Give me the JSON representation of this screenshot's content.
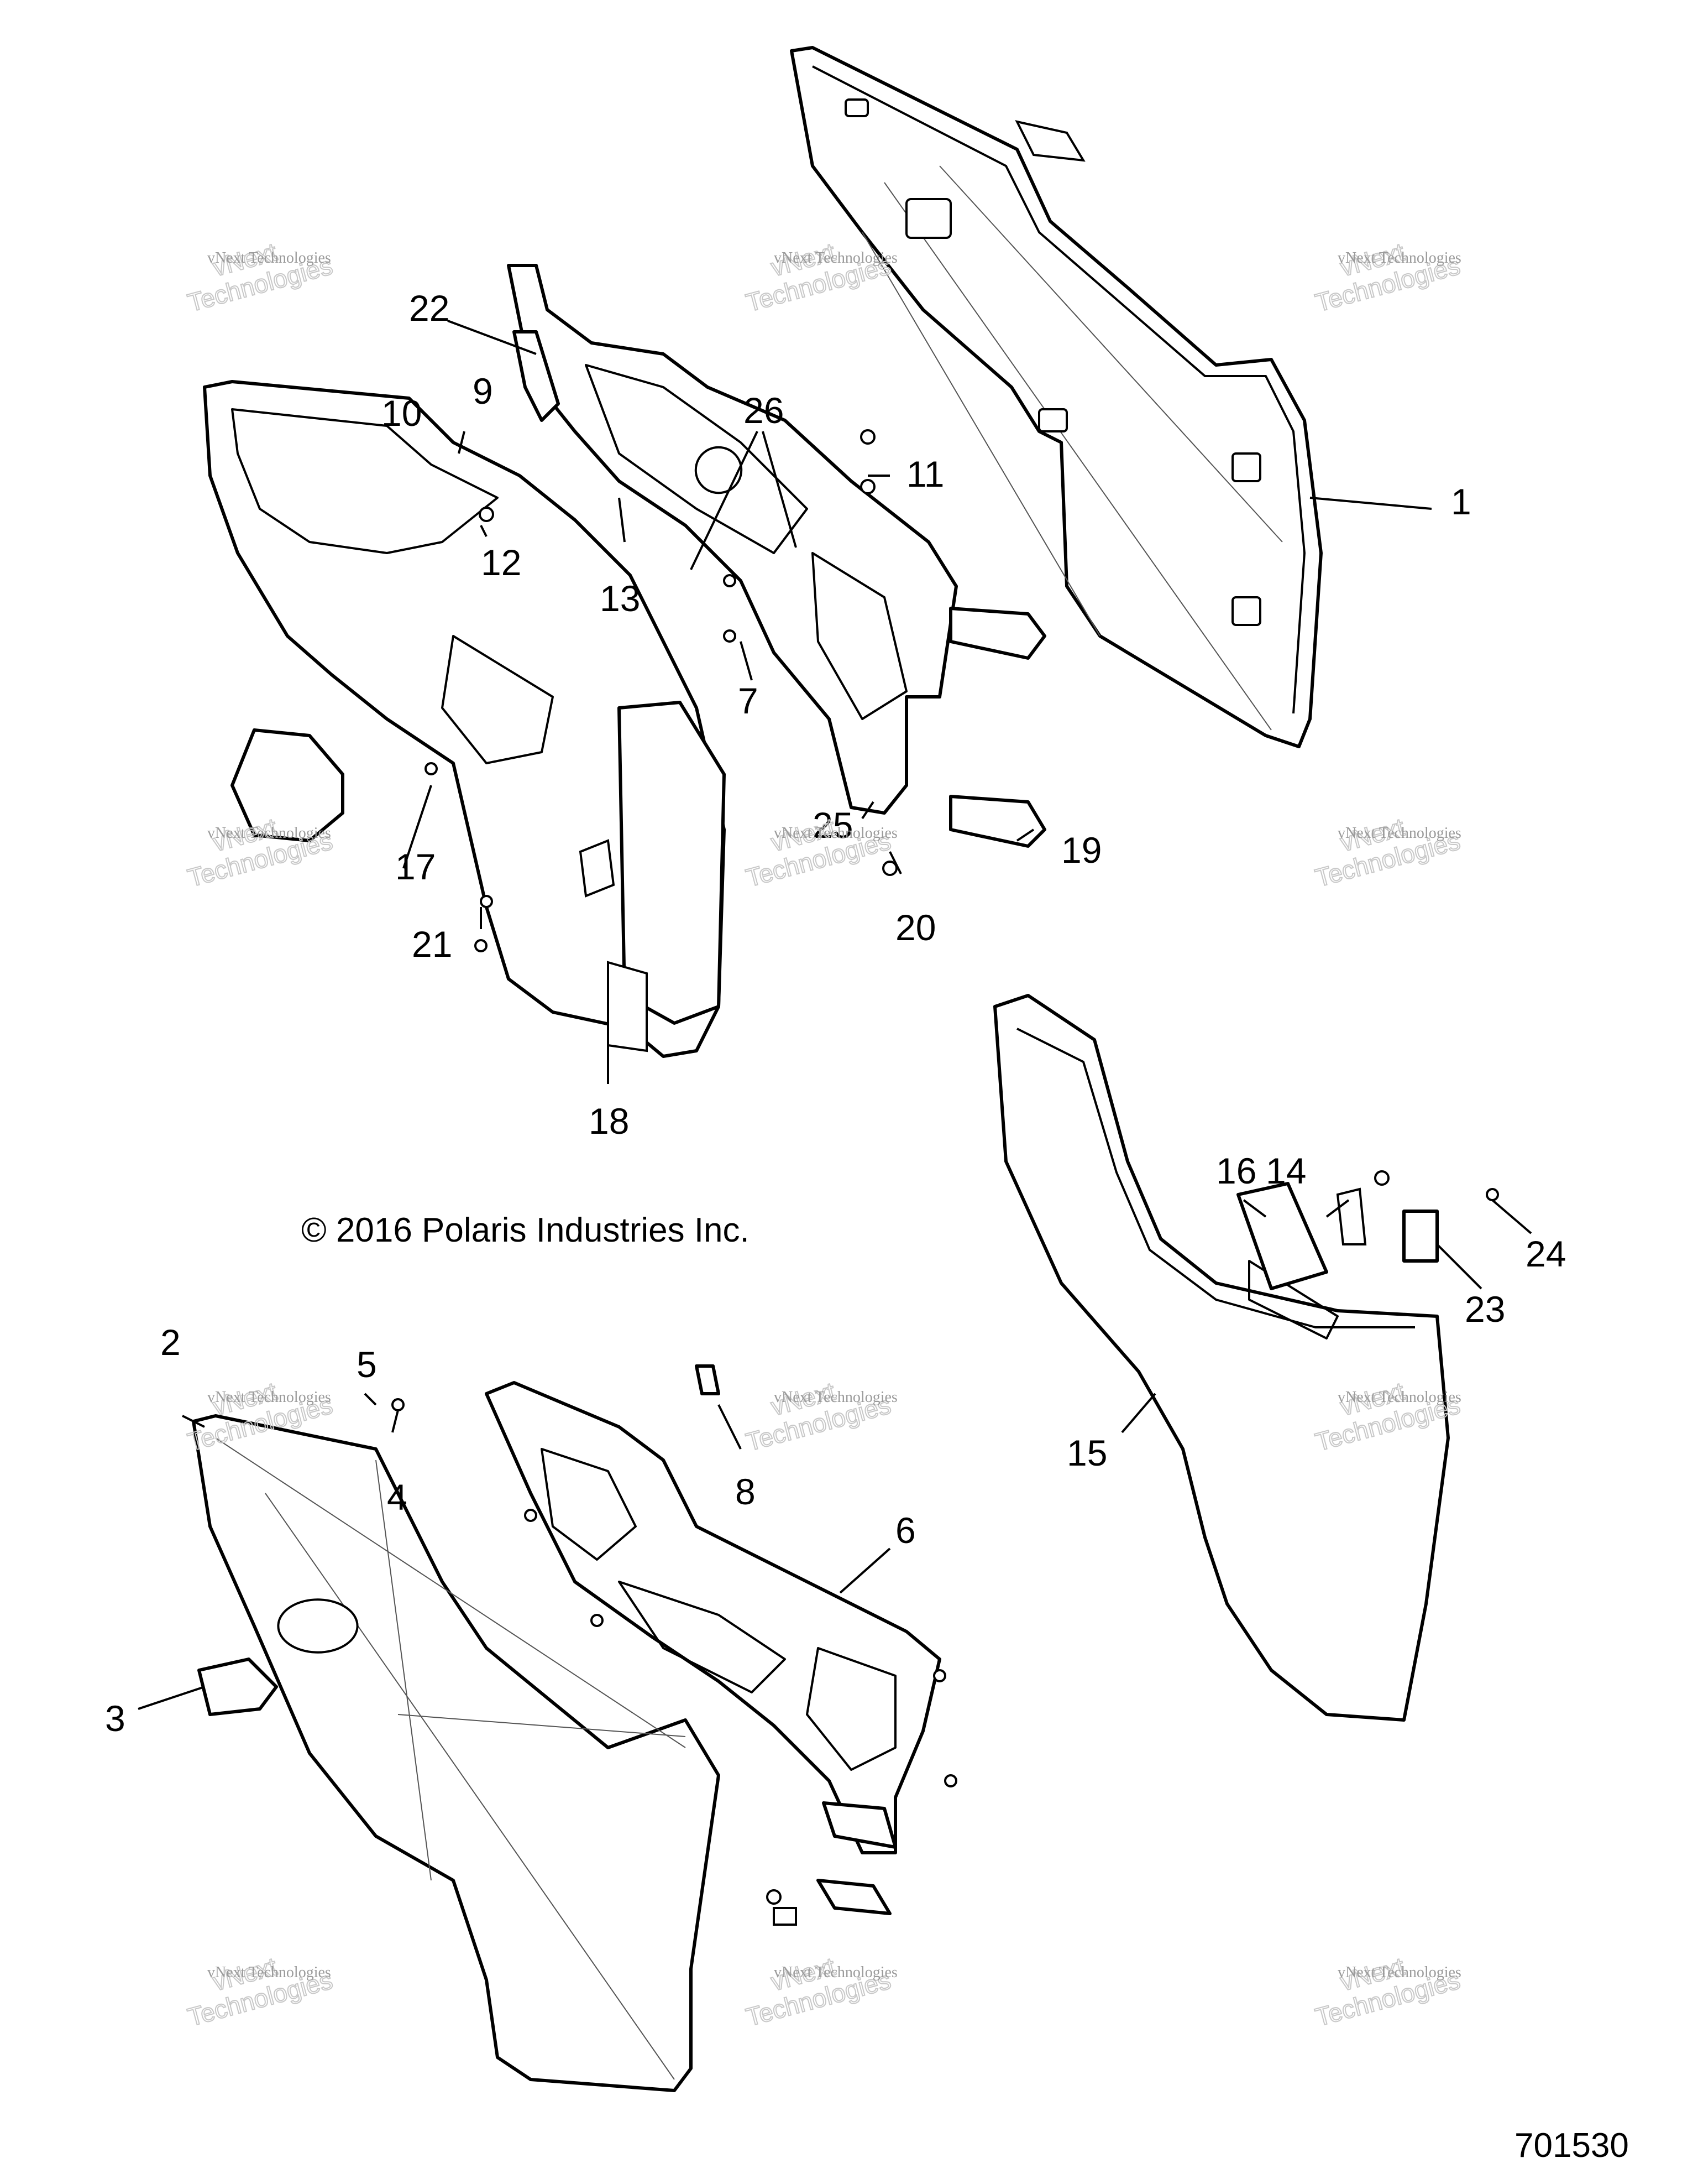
{
  "copyright": "© 2016 Polaris Industries Inc.",
  "document_number": "701530",
  "watermark": {
    "line1": "vNext Technologies",
    "line2_top": "vNext",
    "line2_bottom": "Technologies"
  },
  "callouts": [
    "1",
    "2",
    "3",
    "4",
    "5",
    "6",
    "7",
    "8",
    "9",
    "10",
    "11",
    "12",
    "13",
    "14",
    "15",
    "16",
    "17",
    "18",
    "19",
    "20",
    "21",
    "22",
    "23",
    "24",
    "25",
    "26"
  ],
  "parts": [
    {
      "callout": "1",
      "part": "upper-right-door-outer-panel"
    },
    {
      "callout": "2",
      "part": "lower-left-door-outer-panel"
    },
    {
      "callout": "3",
      "part": "outer-handle"
    },
    {
      "callout": "15",
      "part": "lower-right-door-inner-panel"
    }
  ]
}
